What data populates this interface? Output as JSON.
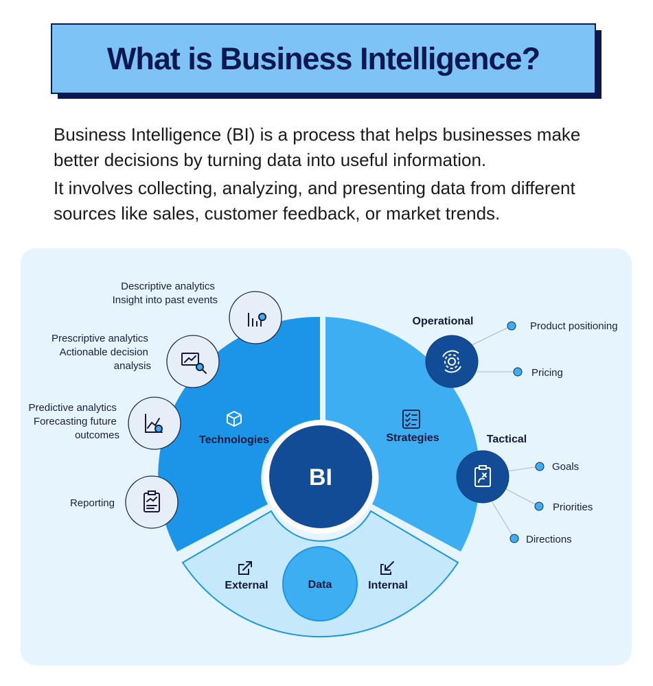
{
  "title": "What is Business Intelligence?",
  "intro": {
    "paragraph1": "Business Intelligence (BI) is a process that helps businesses make better decisions by turning data into useful information.",
    "paragraph2": "It involves collecting, analyzing, and presenting data from different sources like sales, customer feedback, or market trends."
  },
  "diagram": {
    "center": "BI",
    "technologies": {
      "label": "Technologies",
      "icon": "cube-icon",
      "items": [
        {
          "lines": [
            "Descriptive analytics",
            "Insight into past events"
          ],
          "icon": "bar-chart-icon"
        },
        {
          "lines": [
            "Prescriptive analytics",
            "Actionable decision",
            "analysis"
          ],
          "icon": "magnifier-chart-icon"
        },
        {
          "lines": [
            "Predictive analytics",
            "Forecasting future",
            "outcomes"
          ],
          "icon": "forecast-chart-icon"
        },
        {
          "lines": [
            "Reporting"
          ],
          "icon": "clipboard-chart-icon"
        }
      ]
    },
    "strategies": {
      "label": "Strategies",
      "icon": "checklist-icon",
      "operational": {
        "label": "Operational",
        "icon": "gear-icon",
        "items": [
          "Product positioning",
          "Pricing"
        ]
      },
      "tactical": {
        "label": "Tactical",
        "icon": "tactics-board-icon",
        "items": [
          "Goals",
          "Priorities",
          "Directions"
        ]
      }
    },
    "data": {
      "label": "Data",
      "external": {
        "label": "External",
        "icon": "external-arrow-icon"
      },
      "internal": {
        "label": "Internal",
        "icon": "internal-arrow-icon"
      }
    }
  },
  "colors": {
    "title_bg": "#7ec3f5",
    "navy": "#0c1850",
    "technologies": "#1a95e8",
    "strategies": "#3eaef3",
    "data": "#c6e8fb",
    "center": "#134c96",
    "panel": "#e5f4fd"
  }
}
